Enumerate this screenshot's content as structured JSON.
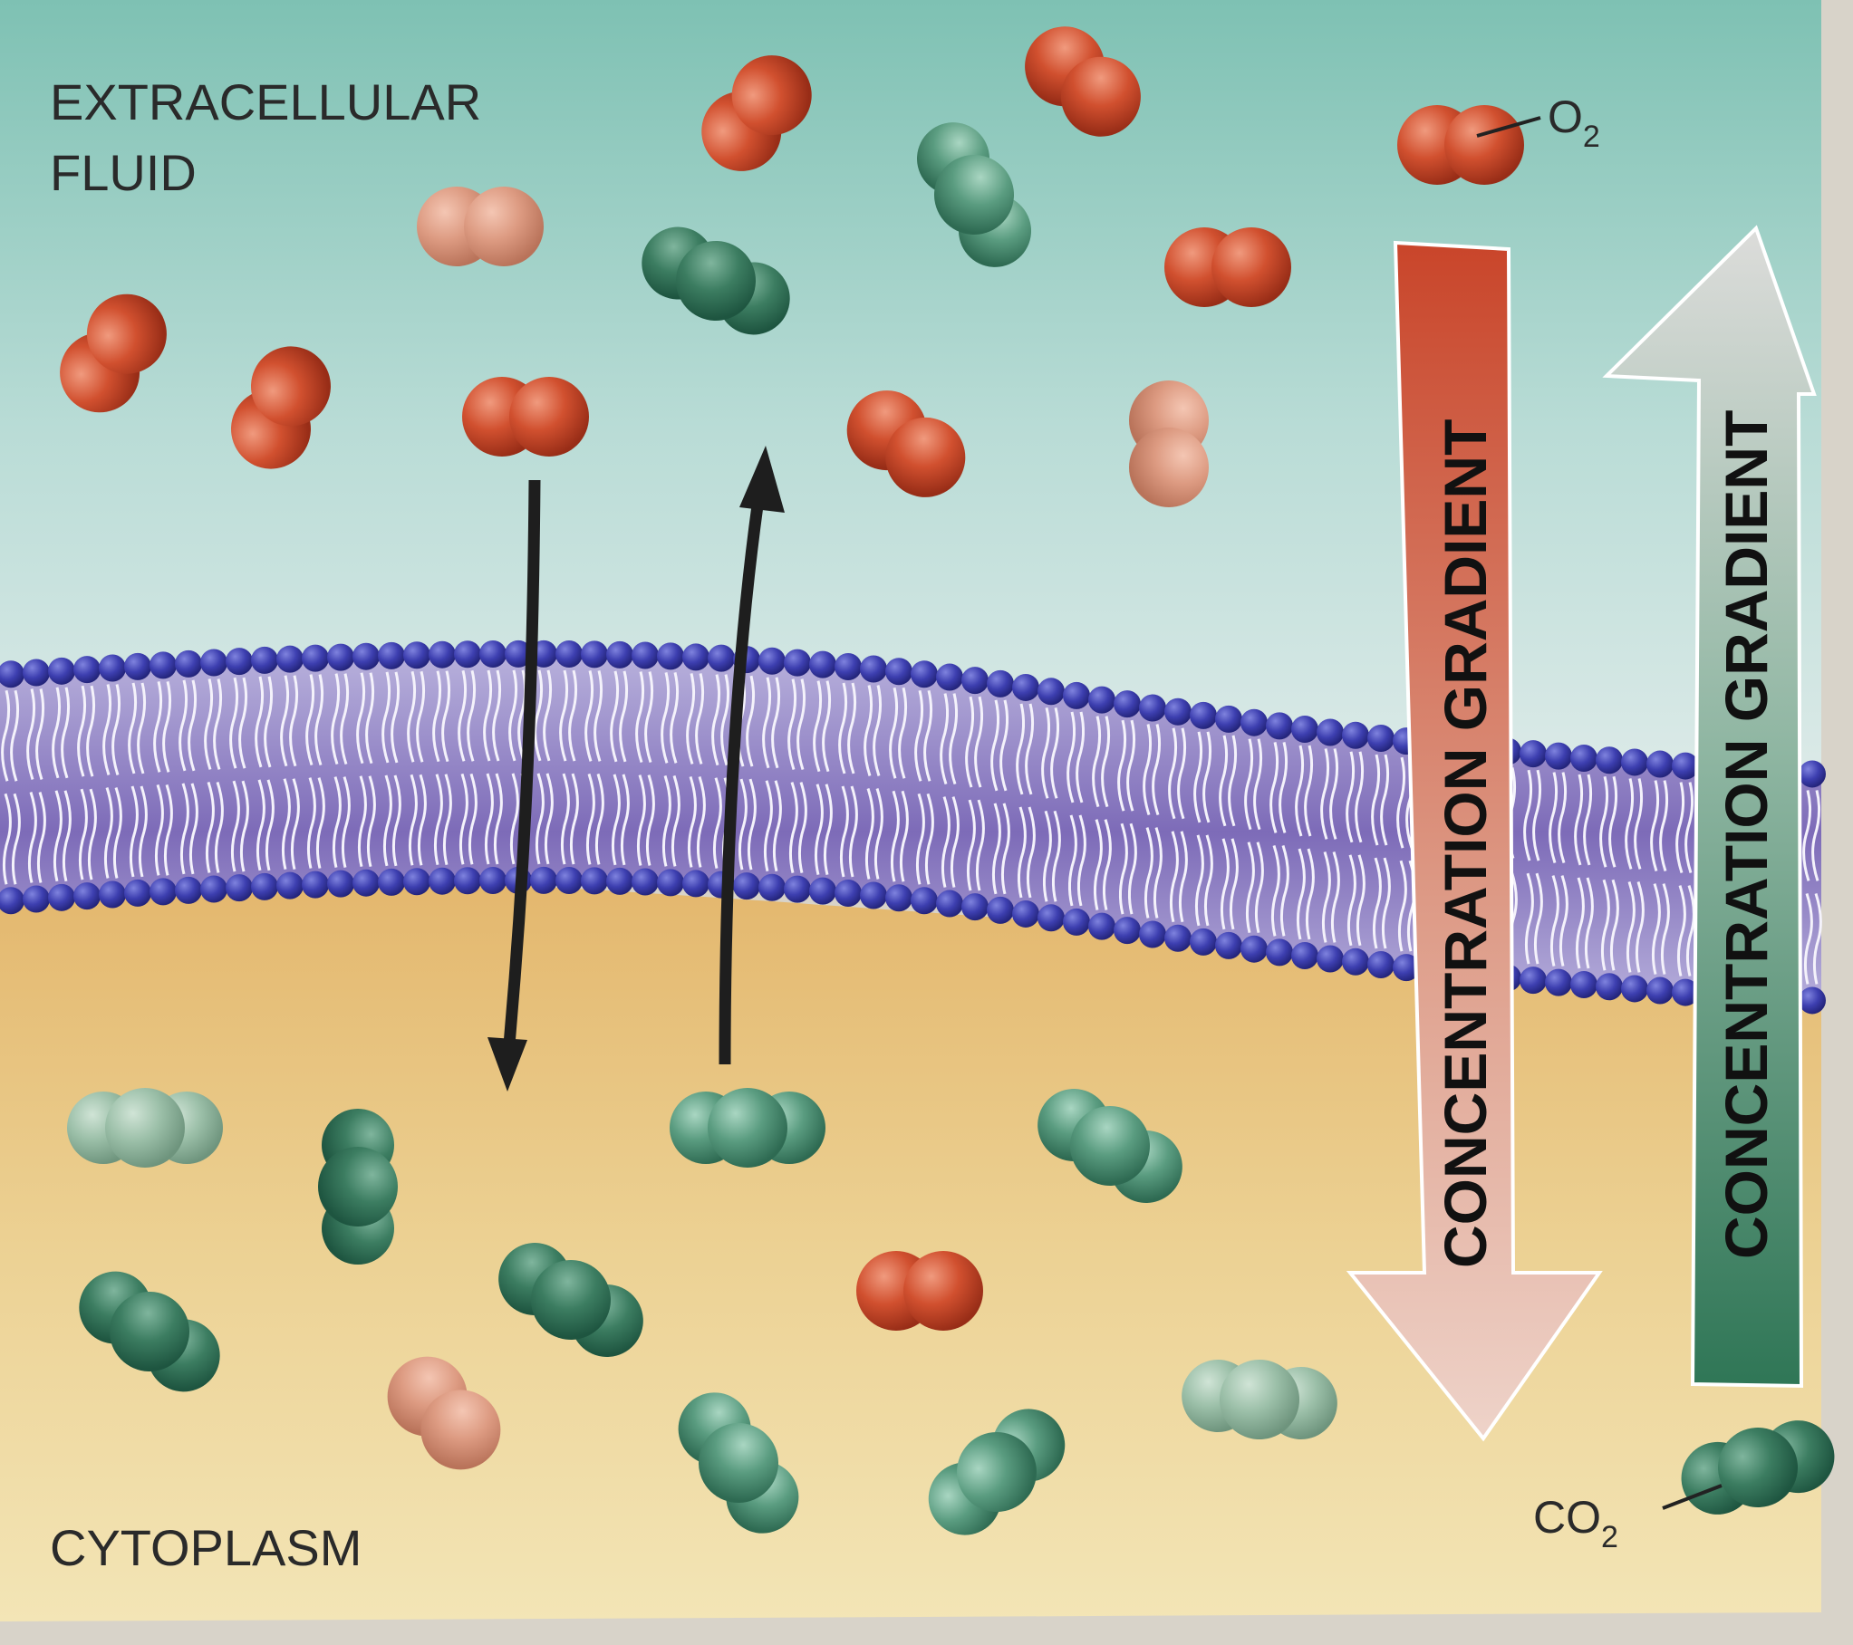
{
  "regions": {
    "extracellular_label": [
      "EXTRACELLULAR",
      "FLUID"
    ],
    "cytoplasm_label": "CYTOPLASM"
  },
  "molecules": {
    "o2": {
      "symbol": "O",
      "subscript": "2",
      "color": "#c9452a"
    },
    "co2": {
      "symbol": "CO",
      "subscript": "2",
      "color": "#4a8f73"
    }
  },
  "gradients": {
    "o2_gradient": {
      "label": "CONCENTRATION GRADIENT",
      "direction": "down",
      "color_top": "#c9452a",
      "color_bottom": "#ecc7bd"
    },
    "co2_gradient": {
      "label": "CONCENTRATION GRADIENT",
      "direction": "up",
      "color_top": "#d8d8d6",
      "color_bottom": "#2f7656"
    }
  },
  "colors": {
    "extracellular_top": "#7ec1b3",
    "extracellular_bottom": "#d7e8e6",
    "cytoplasm_top": "#e6bd74",
    "cytoplasm_bottom": "#f2e3b0",
    "phospholipid_head": "#3e3fa9",
    "membrane_core": "#8a79c4"
  }
}
